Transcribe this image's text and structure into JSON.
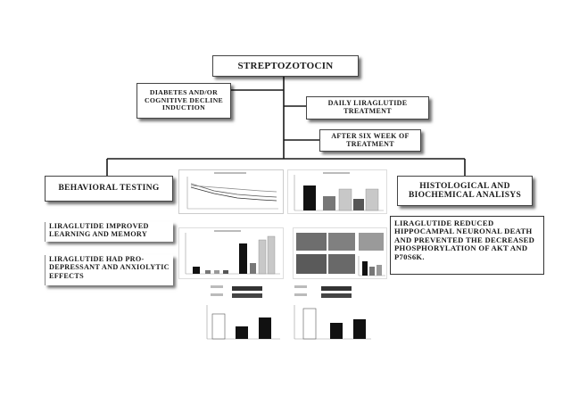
{
  "diagram": {
    "top_node": "STREPTOZOTOCIN",
    "left_node": "DIABETES AND/OR COGNITIVE DECLINE INDUCTION",
    "right_node": "DAILY LIRAGLUTIDE TREATMENT",
    "timepoint_node": "AFTER SIX WEEK OF TREATMENT",
    "branch_left": "BEHAVIORAL TESTING",
    "branch_right": "HISTOLOGICAL AND BIOCHEMICAL ANALISYS",
    "finding_1": "LIRAGLUTIDE IMPROVED LEARNING AND MEMORY",
    "finding_2": "LIRAGLUTIDE HAD PRO-DEPRESSANT AND ANXIOLYTIC EFFECTS",
    "finding_3": "LIRAGLUTIDE REDUCED HIPPOCAMPAL NEURONAL DEATH AND PREVENTED THE DECREASED PHOSPHORYLATION OF AKT AND P70S6K."
  },
  "colors": {
    "line": "#1a1a1a",
    "box_border": "#444444",
    "bar_dark": "#111111",
    "bar_mid": "#777777",
    "bar_light": "#c8c8c8"
  }
}
